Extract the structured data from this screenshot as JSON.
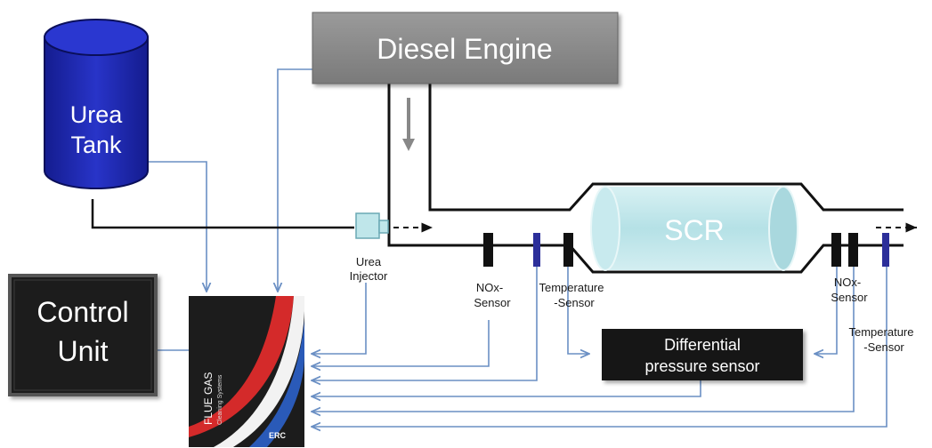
{
  "engine": {
    "label": "Diesel Engine"
  },
  "tank": {
    "line1": "Urea",
    "line2": "Tank"
  },
  "control_unit": {
    "line1": "Control",
    "line2": "Unit"
  },
  "scr": {
    "label": "SCR"
  },
  "injector": {
    "line1": "Urea",
    "line2": "Injector"
  },
  "sensors": {
    "nox_in": {
      "line1": "NOx-",
      "line2": "Sensor"
    },
    "temp_in": {
      "line1": "Temperature",
      "line2": "-Sensor"
    },
    "nox_out": {
      "line1": "NOx-",
      "line2": "Sensor"
    },
    "temp_out": {
      "line1": "Temperature",
      "line2": "-Sensor"
    }
  },
  "dp_sensor": {
    "line1": "Differential",
    "line2": "pressure sensor"
  },
  "cabinet": {
    "brand_line1": "FLUE GAS",
    "brand_line2": "Cleaning Systems",
    "logo": "ERC"
  },
  "colors": {
    "wire": "#6a8fc4",
    "pipe": "#111111",
    "engine_fill": "#8a8a8a",
    "tank_fill": "#1f2bb8",
    "scr_fill": "#bfe6ea",
    "sensor_dark": "#111111",
    "sensor_blue": "#2c2f9a",
    "cabinet": "#1c1c1c",
    "cabinet_red": "#d42a2a",
    "cabinet_blue": "#2a5ab8"
  }
}
